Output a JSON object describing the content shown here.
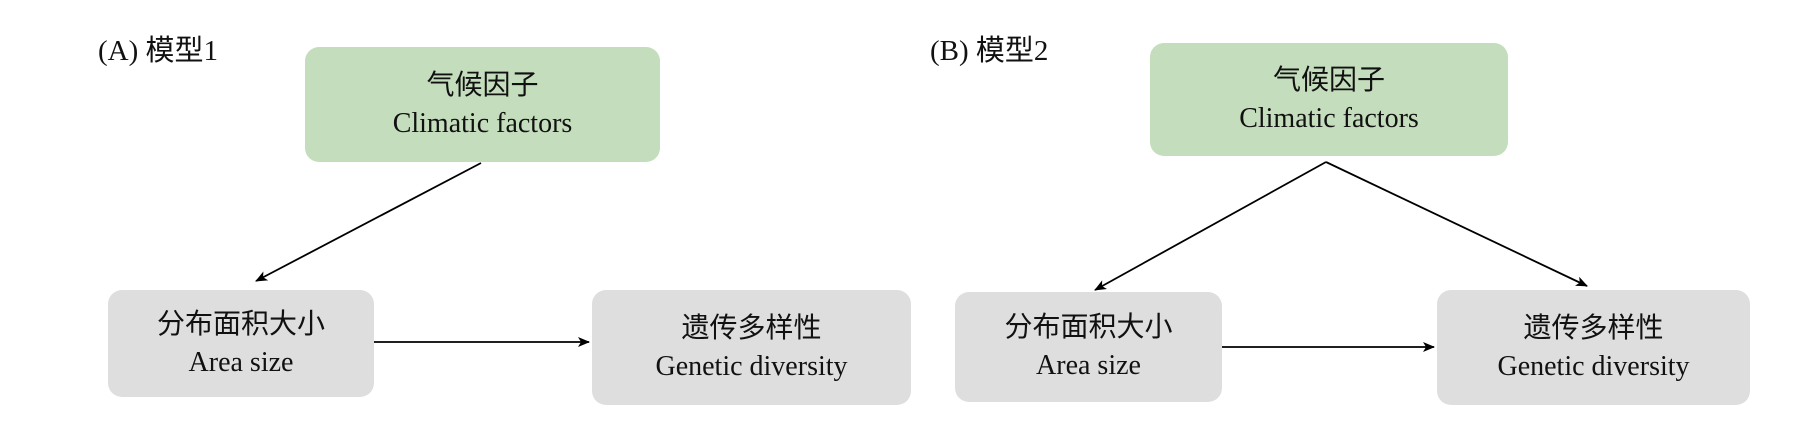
{
  "panels": [
    {
      "label": "(A) 模型1",
      "climate": {
        "zh": "气候因子",
        "en": "Climatic factors"
      },
      "area": {
        "zh": "分布面积大小",
        "en": "Area size"
      },
      "genetic": {
        "zh": "遗传多样性",
        "en": "Genetic diversity"
      }
    },
    {
      "label": "(B) 模型2",
      "climate": {
        "zh": "气候因子",
        "en": "Climatic factors"
      },
      "area": {
        "zh": "分布面积大小",
        "en": "Area size"
      },
      "genetic": {
        "zh": "遗传多样性",
        "en": "Genetic diversity"
      }
    }
  ],
  "colors": {
    "climate_box": "#c4ddbc",
    "node_box": "#dedede",
    "arrow": "#000000"
  }
}
